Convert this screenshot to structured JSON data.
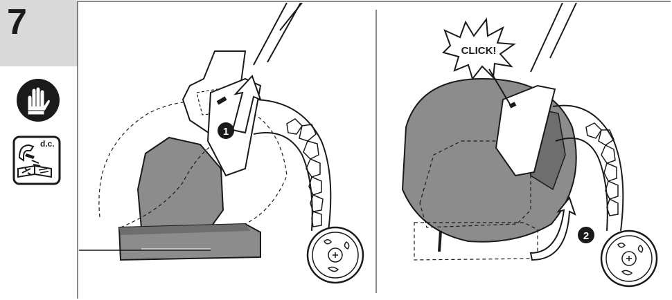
{
  "step": {
    "number": "7"
  },
  "safety": {
    "gloves_icon": "gloves-icon",
    "disconnect_icon": "disconnect-manual-icon",
    "disconnect_label": "d.c."
  },
  "left_panel": {
    "callout_number": "1"
  },
  "right_panel": {
    "sound_text": "CLICK!",
    "callout_number": "2"
  },
  "colors": {
    "step_box": "#d9d9d9",
    "ink": "#1a1a1a",
    "trimmer_body": "#8c8c8c",
    "trimmer_dark": "#6e6e6e"
  }
}
